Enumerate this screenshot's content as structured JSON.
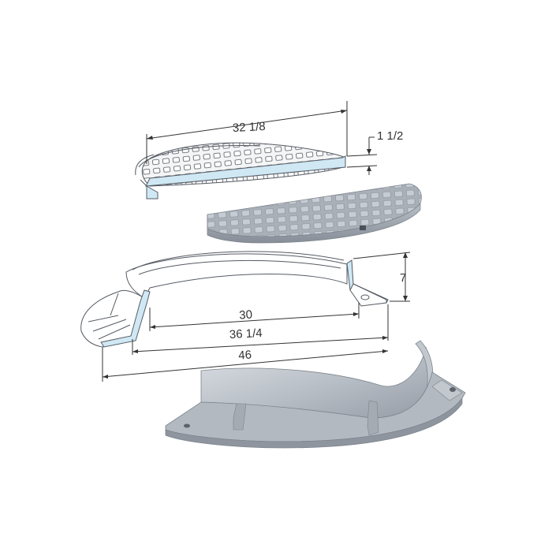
{
  "drawing": {
    "dimensions": {
      "grate_width": "32 1/8",
      "grate_thickness": "1 1/2",
      "frame_height": "7",
      "frame_inner": "30",
      "frame_seat": "36 1/4",
      "frame_outer": "46"
    },
    "colors": {
      "section_fill": "#cfe8f4",
      "casting_light": "#d4d8de",
      "casting_mid": "#b0b6be",
      "casting_dark": "#8b929b",
      "line": "#333333"
    }
  }
}
